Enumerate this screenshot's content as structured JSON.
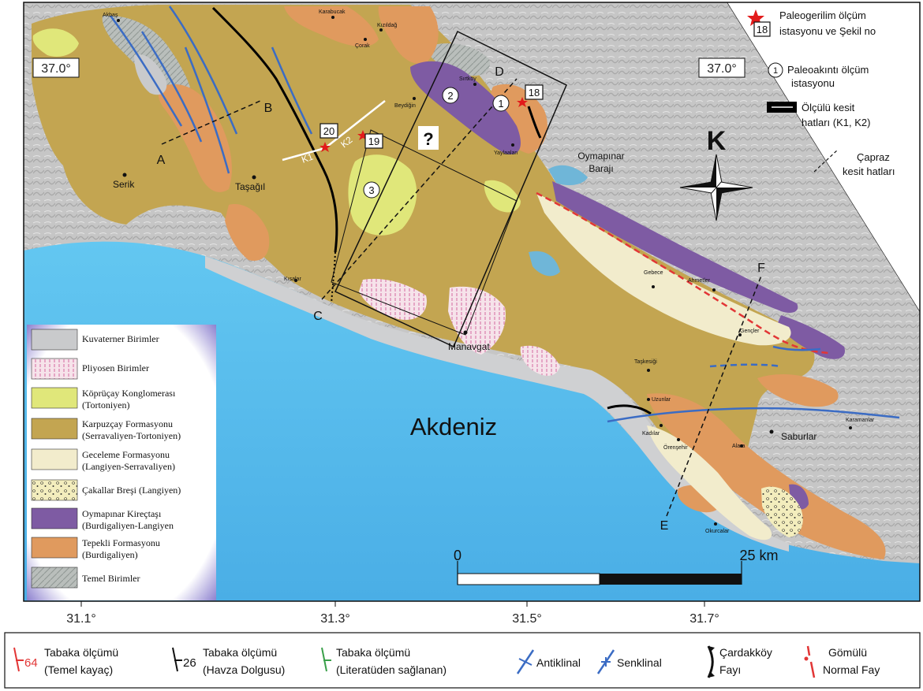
{
  "map": {
    "sea_label": "Akdeniz",
    "lat_label_left": "37.0°",
    "lat_label_right": "37.0°",
    "longitude_ticks": [
      "31.1°",
      "31.3°",
      "31.5°",
      "31.7°"
    ],
    "scale_bar": {
      "start": "0",
      "end": "25 km"
    },
    "north_arrow": "K",
    "question_mark": "?",
    "reservoir_label_1": "Oymapınar",
    "reservoir_label_2": "Barajı",
    "section_letters": [
      "A",
      "B",
      "C",
      "D",
      "E",
      "F"
    ],
    "profile_labels": [
      "K1",
      "K2"
    ],
    "station_numbers": [
      "18",
      "19",
      "20"
    ],
    "paleocurrent_numbers": [
      "1",
      "2",
      "3"
    ],
    "major_towns": [
      "Serik",
      "Taşağıl",
      "Manavgat",
      "Saburlar"
    ],
    "small_towns": [
      "Akbaş",
      "Karabucak",
      "Kızıldağ",
      "Çorak",
      "Sırtköy",
      "Beydiğin",
      "Yaylaalan",
      "Kısalar",
      "Gebece",
      "Ahmetler",
      "Gençler",
      "Taşkesiği",
      "Uzunlar",
      "Kadılar",
      "Örenşehir",
      "Alara",
      "Karamanlar",
      "Okurcalar"
    ],
    "units_colors": {
      "quaternary": "#c9cacc",
      "pliocene": "#f6e3ea",
      "koprucay": "#e0e77a",
      "karpuzcay": "#c3a551",
      "geceleme": "#f2eccc",
      "cakallar": "#f3edbd",
      "oymapinar": "#7e5ba3",
      "tepekli": "#e09a5e",
      "basement": "#b3b8b5",
      "sea": "#58bfee",
      "relief": "#c4c4c4"
    }
  },
  "top_legend": {
    "stress": [
      "Paleogerilim ölçüm",
      "istasyonu ve Şekil no"
    ],
    "stress_number": "18",
    "paleocurrent": [
      "Paleoakıntı ölçüm",
      "istasyonu"
    ],
    "paleocurrent_number": "1",
    "measured_section": [
      "Ölçülü kesit",
      "hatları (K1, K2)"
    ],
    "cross_section": [
      "Çapraz",
      "kesit hatları"
    ]
  },
  "unit_legend": [
    {
      "lines": [
        "Kuvaterner Birimler"
      ]
    },
    {
      "lines": [
        "Pliyosen Birimler"
      ]
    },
    {
      "lines": [
        "Köprüçay Konglomerası",
        "(Tortoniyen)"
      ]
    },
    {
      "lines": [
        "Karpuzçay Formasyonu",
        "(Serravaliyen-Tortoniyen)"
      ]
    },
    {
      "lines": [
        "Geceleme Formasyonu",
        "(Langiyen-Serravaliyen)"
      ]
    },
    {
      "lines": [
        "Çakallar Breşi (Langiyen)"
      ]
    },
    {
      "lines": [
        "Oymapınar Kireçtaşı",
        "(Burdigaliyen-Langiyen"
      ]
    },
    {
      "lines": [
        "Tepekli Formasyonu",
        "(Burdigaliyen)"
      ]
    },
    {
      "lines": [
        "Temel Birimler"
      ]
    }
  ],
  "bottom_legend": {
    "bedding_basement_value": "64",
    "bedding_basement": [
      "Tabaka ölçümü",
      "(Temel kayaç)"
    ],
    "bedding_basin_value": "26",
    "bedding_basin": [
      "Tabaka ölçümü",
      "(Havza Dolgusu)"
    ],
    "bedding_literature": [
      "Tabaka ölçümü",
      "(Literatüden sağlanan)"
    ],
    "anticline": "Antiklinal",
    "syncline": "Senklinal",
    "fault": [
      "Çardakköy",
      "Fayı"
    ],
    "normal_fault": [
      "Gömülü",
      "Normal Fay"
    ]
  }
}
